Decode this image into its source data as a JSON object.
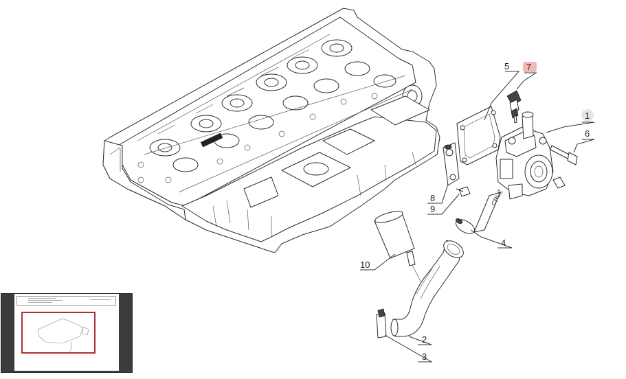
{
  "diagram": {
    "callouts": [
      {
        "id": "callout-1",
        "label": "1",
        "highlight": false
      },
      {
        "id": "callout-2",
        "label": "2",
        "highlight": false
      },
      {
        "id": "callout-3",
        "label": "3",
        "highlight": false
      },
      {
        "id": "callout-4",
        "label": "4",
        "highlight": false
      },
      {
        "id": "callout-5",
        "label": "5",
        "highlight": false
      },
      {
        "id": "callout-6",
        "label": "6",
        "highlight": false
      },
      {
        "id": "callout-7",
        "label": "7",
        "highlight": true
      },
      {
        "id": "callout-8",
        "label": "8",
        "highlight": false
      },
      {
        "id": "callout-9",
        "label": "9",
        "highlight": false
      },
      {
        "id": "callout-10",
        "label": "10",
        "highlight": false
      }
    ],
    "highlight_color": "#f4b8b8",
    "callout_circle_color": "#e6e6e6"
  },
  "navigator": {
    "frame_color": "#b03030",
    "background_color": "#3c3c3c"
  }
}
